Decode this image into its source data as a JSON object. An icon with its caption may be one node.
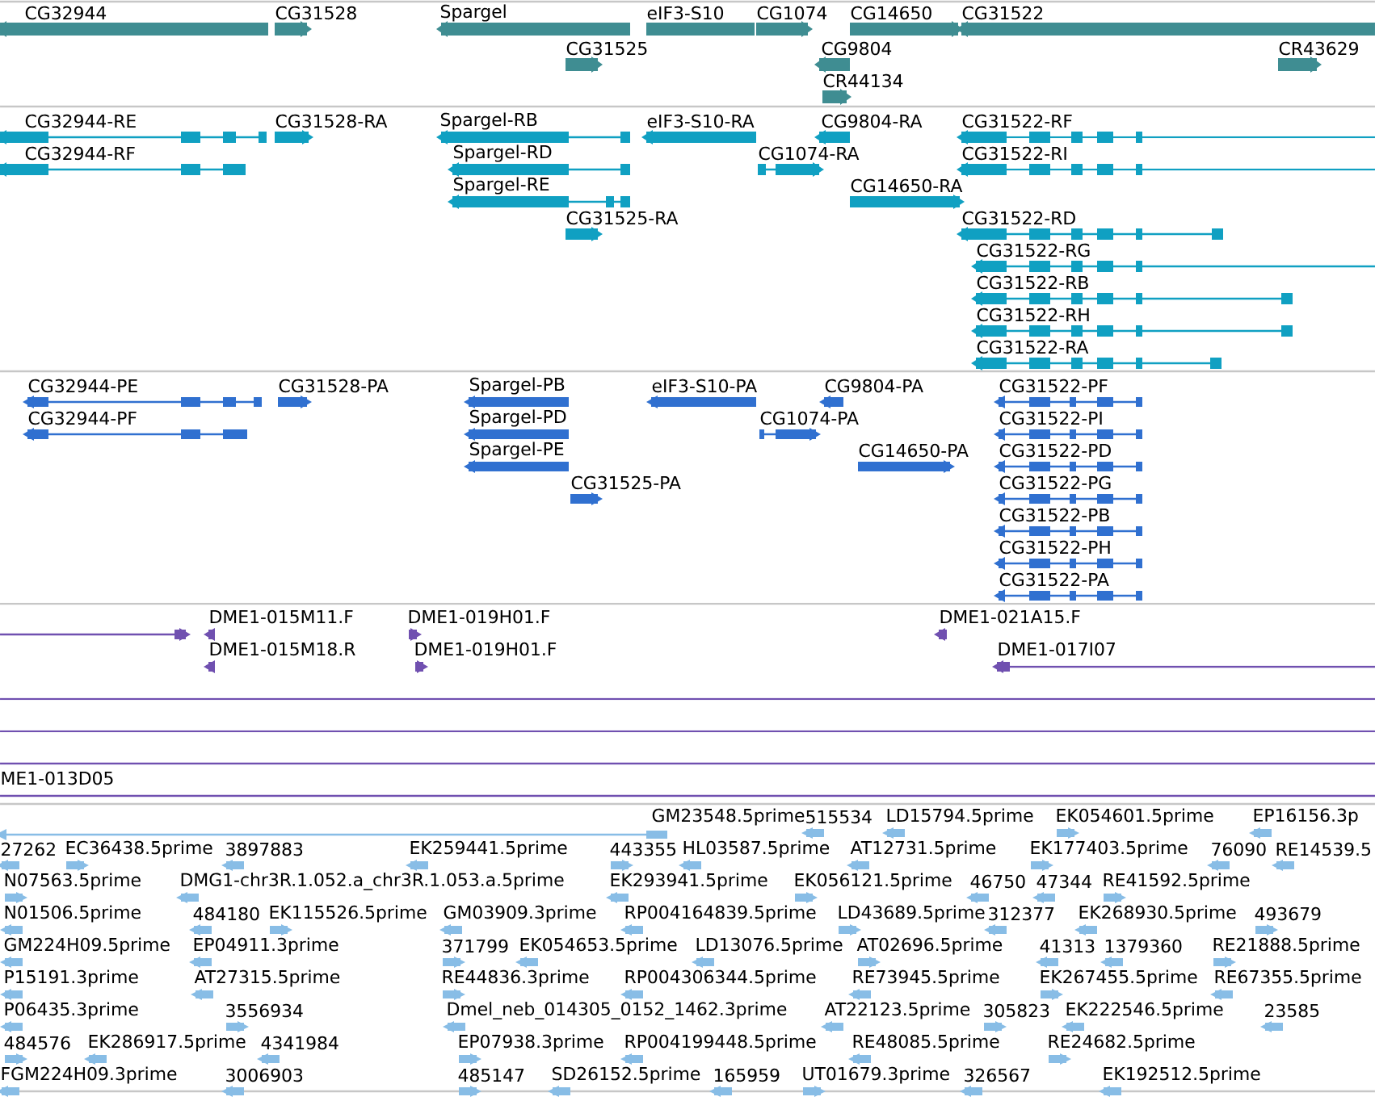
{
  "diagram": {
    "labels": [
      "CG32944",
      "CG31528",
      "Spargel",
      "eIF3-S10",
      "CG1074",
      "CG14650",
      "CG31522",
      "CG31525",
      "CG9804",
      "CR43629",
      "CR44134",
      "CG32944-RE",
      "CG31528-RA",
      "Spargel-RB",
      "eIF3-S10-RA",
      "CG9804-RA",
      "CG31522-RF",
      "CG32944-RF",
      "Spargel-RD",
      "CG1074-RA",
      "CG31522-RI",
      "Spargel-RE",
      "CG14650-RA",
      "CG31525-RA",
      "CG31522-RD",
      "CG31522-RG",
      "CG31522-RB",
      "CG31522-RH",
      "CG31522-RA",
      "CG32944-PE",
      "CG31528-PA",
      "Spargel-PB",
      "eIF3-S10-PA",
      "CG9804-PA",
      "CG31522-PF",
      "CG32944-PF",
      "Spargel-PD",
      "CG1074-PA",
      "CG31522-PI",
      "Spargel-PE",
      "CG14650-PA",
      "CG31522-PD",
      "CG31525-PA",
      "CG31522-PG",
      "CG31522-PB",
      "CG31522-PH",
      "CG31522-PA",
      "DME1-015M11.F",
      "DME1-019H01.F",
      "DME1-021A15.F",
      "DME1-015M18.R",
      "DME1-019H01.F",
      "DME1-017I07",
      "ME1-013D05",
      "GM23548.5prime",
      "515534",
      "LD15794.5prime",
      "EK054601.5prime",
      "EP16156.3p",
      "27262",
      "EC36438.5prime",
      "3897883",
      "EK259441.5prime",
      "443355",
      "HL03587.5prime",
      "AT12731.5prime",
      "EK177403.5prime",
      "76090",
      "RE14539.5",
      "N07563.5prime",
      "DMG1-chr3R.1.052.a_chr3R.1.053.a.5prime",
      "EK293941.5prime",
      "EK056121.5prime",
      "46750",
      "47344",
      "RE41592.5prime",
      "N01506.5prime",
      "484180",
      "EK115526.5prime",
      "GM03909.3prime",
      "RP004164839.5prime",
      "LD43689.5prime",
      "312377",
      "EK268930.5prime",
      "493679",
      "GM224H09.5prime",
      "EP04911.3prime",
      "371799",
      "EK054653.5prime",
      "LD13076.5prime",
      "AT02696.5prime",
      "41313",
      "1379360",
      "RE21888.5prime",
      "P15191.3prime",
      "AT27315.5prime",
      "RE44836.3prime",
      "RP004306344.5prime",
      "RE73945.5prime",
      "EK267455.5prime",
      "RE67355.5prime",
      "P06435.3prime",
      "3556934",
      "Dmel_neb_014305_0152_1462.3prime",
      "AT22123.5prime",
      "305823",
      "EK222546.5prime",
      "23585",
      "484576",
      "EK286917.5prime",
      "4341984",
      "EP07938.3prime",
      "RP004199448.5prime",
      "RE48085.5prime",
      "RE24682.5prime",
      "FGM224H09.3prime",
      "3006903",
      "485147",
      "SD26152.5prime",
      "165959",
      "UT01679.3prime",
      "326567",
      "EK192512.5prime"
    ]
  }
}
